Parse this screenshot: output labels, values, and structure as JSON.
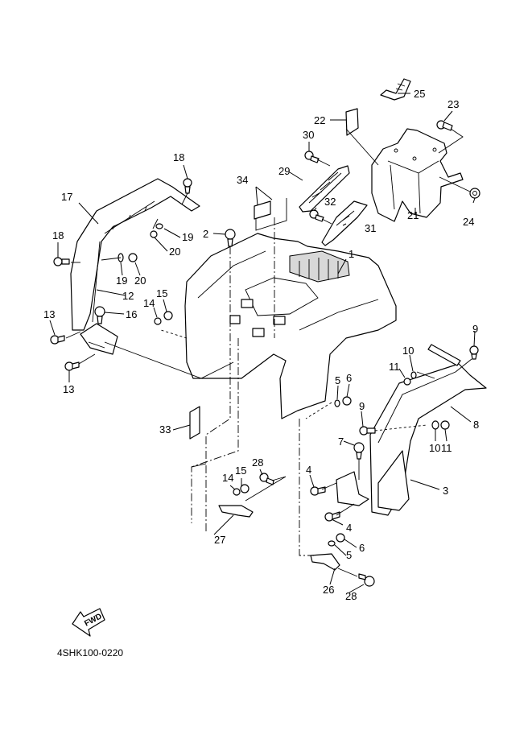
{
  "diagram": {
    "title": "Rear Fender Assembly",
    "drawing_code": "4SHK100-0220",
    "direction_badge": "FWD",
    "callouts": [
      {
        "id": "c1",
        "text": "1"
      },
      {
        "id": "c2",
        "text": "2"
      },
      {
        "id": "c3",
        "text": "3"
      },
      {
        "id": "c4a",
        "text": "4"
      },
      {
        "id": "c4b",
        "text": "4"
      },
      {
        "id": "c5a",
        "text": "5"
      },
      {
        "id": "c5b",
        "text": "5"
      },
      {
        "id": "c6a",
        "text": "6"
      },
      {
        "id": "c6b",
        "text": "6"
      },
      {
        "id": "c7",
        "text": "7"
      },
      {
        "id": "c8",
        "text": "8"
      },
      {
        "id": "c9a",
        "text": "9"
      },
      {
        "id": "c9b",
        "text": "9"
      },
      {
        "id": "c10a",
        "text": "10"
      },
      {
        "id": "c10b",
        "text": "10"
      },
      {
        "id": "c11a",
        "text": "11"
      },
      {
        "id": "c11b",
        "text": "11"
      },
      {
        "id": "c12",
        "text": "12"
      },
      {
        "id": "c13a",
        "text": "13"
      },
      {
        "id": "c13b",
        "text": "13"
      },
      {
        "id": "c14a",
        "text": "14"
      },
      {
        "id": "c14b",
        "text": "14"
      },
      {
        "id": "c15a",
        "text": "15"
      },
      {
        "id": "c15b",
        "text": "15"
      },
      {
        "id": "c16",
        "text": "16"
      },
      {
        "id": "c17",
        "text": "17"
      },
      {
        "id": "c18a",
        "text": "18"
      },
      {
        "id": "c18b",
        "text": "18"
      },
      {
        "id": "c19a",
        "text": "19"
      },
      {
        "id": "c19b",
        "text": "19"
      },
      {
        "id": "c20a",
        "text": "20"
      },
      {
        "id": "c20b",
        "text": "20"
      },
      {
        "id": "c21",
        "text": "21"
      },
      {
        "id": "c22",
        "text": "22"
      },
      {
        "id": "c23",
        "text": "23"
      },
      {
        "id": "c24",
        "text": "24"
      },
      {
        "id": "c25",
        "text": "25"
      },
      {
        "id": "c26",
        "text": "26"
      },
      {
        "id": "c27",
        "text": "27"
      },
      {
        "id": "c28a",
        "text": "28"
      },
      {
        "id": "c28b",
        "text": "28"
      },
      {
        "id": "c29",
        "text": "29"
      },
      {
        "id": "c30",
        "text": "30"
      },
      {
        "id": "c31",
        "text": "31"
      },
      {
        "id": "c32",
        "text": "32"
      },
      {
        "id": "c33",
        "text": "33"
      },
      {
        "id": "c34",
        "text": "34"
      }
    ]
  }
}
